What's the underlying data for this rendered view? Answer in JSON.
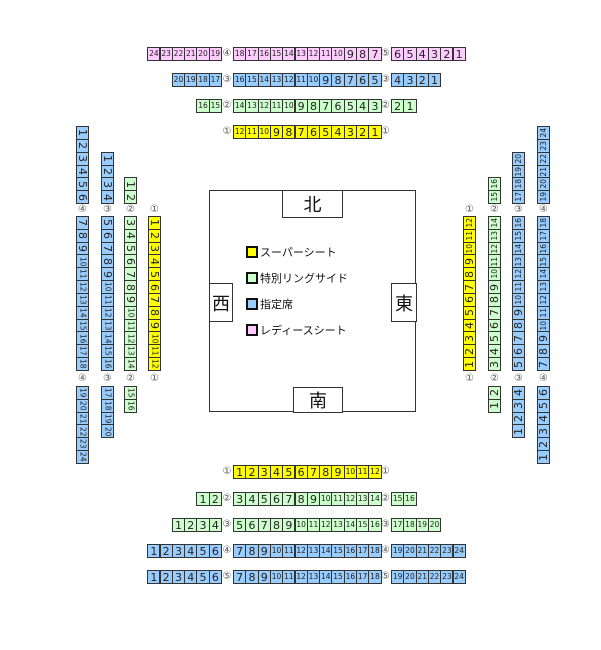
{
  "colors": {
    "super": "#ffff00",
    "ringside": "#ccffcc",
    "reserved": "#99ccff",
    "ladies": "#ffccff"
  },
  "legend": [
    {
      "label": "スーパーシート",
      "category": "super"
    },
    {
      "label": "特別リングサイド",
      "category": "ringside"
    },
    {
      "label": "指定席",
      "category": "reserved"
    },
    {
      "label": "レディースシート",
      "category": "ladies"
    }
  ],
  "ring": {
    "north": "北",
    "south": "南",
    "west": "西",
    "east": "東"
  },
  "north_rows": [
    {
      "label_left": "④",
      "label_right": "⑤",
      "category": "ladies",
      "blocks": [
        [
          24,
          23,
          22,
          21,
          20,
          19
        ],
        [
          18,
          17,
          16,
          15,
          14,
          13,
          12,
          11,
          10,
          9,
          8,
          7
        ],
        [
          6,
          5,
          4,
          3,
          2,
          1
        ]
      ]
    },
    {
      "label_left": "③",
      "label_right": "③",
      "category": "reserved",
      "blocks": [
        [
          20,
          19,
          18,
          17
        ],
        [
          16,
          15,
          14,
          13,
          12,
          11,
          10,
          9,
          8,
          7,
          6,
          5
        ],
        [
          4,
          3,
          2,
          1
        ]
      ]
    },
    {
      "label_left": "②",
      "label_right": "②",
      "category": "ringside",
      "blocks": [
        [
          16,
          15
        ],
        [
          14,
          13,
          12,
          11,
          10,
          9,
          8,
          7,
          6,
          5,
          4,
          3
        ],
        [
          2,
          1
        ]
      ]
    },
    {
      "label_left": "①",
      "label_right": "①",
      "category": "super",
      "blocks": [
        [
          12,
          11,
          10,
          9,
          8,
          7,
          6,
          5,
          4,
          3,
          2,
          1
        ]
      ]
    }
  ],
  "south_rows": [
    {
      "label_left": "①",
      "label_right": "①",
      "category": "super",
      "blocks": [
        [
          1,
          2,
          3,
          4,
          5,
          6,
          7,
          8,
          9,
          10,
          11,
          12
        ]
      ]
    },
    {
      "label_left": "②",
      "label_right": "②",
      "category": "ringside",
      "blocks": [
        [
          1,
          2
        ],
        [
          3,
          4,
          5,
          6,
          7,
          8,
          9,
          10,
          11,
          12,
          13,
          14
        ],
        [
          15,
          16
        ]
      ]
    },
    {
      "label_left": "③",
      "label_right": "③",
      "category": "ringside",
      "blocks": [
        [
          1,
          2,
          3,
          4
        ],
        [
          5,
          6,
          7,
          8,
          9,
          10,
          11,
          12,
          13,
          14,
          15,
          16
        ],
        [
          17,
          18,
          19,
          20
        ]
      ]
    },
    {
      "label_left": "④",
      "label_right": "④",
      "category": "reserved",
      "blocks": [
        [
          1,
          2,
          3,
          4,
          5,
          6
        ],
        [
          7,
          8,
          9,
          10,
          11,
          12,
          13,
          14,
          15,
          16,
          17,
          18
        ],
        [
          19,
          20,
          21,
          22,
          23,
          24
        ]
      ]
    },
    {
      "label_left": "⑤",
      "label_right": "⑤",
      "category": "reserved",
      "blocks": [
        [
          1,
          2,
          3,
          4,
          5,
          6
        ],
        [
          7,
          8,
          9,
          10,
          11,
          12,
          13,
          14,
          15,
          16,
          17,
          18
        ],
        [
          19,
          20,
          21,
          22,
          23,
          24
        ]
      ]
    }
  ],
  "west_cols": [
    {
      "label_top": "④",
      "label_bottom": "④",
      "category": "reserved",
      "blocks": [
        [
          1,
          2,
          3,
          4,
          5,
          6
        ],
        [
          7,
          8,
          9,
          10,
          11,
          12,
          13,
          14,
          15,
          16,
          17,
          18
        ],
        [
          19,
          20,
          21,
          22,
          23,
          24
        ]
      ]
    },
    {
      "label_top": "③",
      "label_bottom": "③",
      "category": "reserved",
      "blocks": [
        [
          1,
          2,
          3,
          4
        ],
        [
          5,
          6,
          7,
          8,
          9,
          10,
          11,
          12,
          13,
          14,
          15,
          16
        ],
        [
          17,
          18,
          19,
          20
        ]
      ]
    },
    {
      "label_top": "②",
      "label_bottom": "②",
      "category": "ringside",
      "blocks": [
        [
          1,
          2
        ],
        [
          3,
          4,
          5,
          6,
          7,
          8,
          9,
          10,
          11,
          12,
          13,
          14
        ],
        [
          15,
          16
        ]
      ]
    },
    {
      "label_top": "①",
      "label_bottom": "①",
      "category": "super",
      "blocks": [
        [
          1,
          2,
          3,
          4,
          5,
          6,
          7,
          8,
          9,
          10,
          11,
          12
        ]
      ]
    }
  ],
  "east_cols": [
    {
      "label_top": "①",
      "label_bottom": "①",
      "category": "super",
      "blocks": [
        [
          12,
          11,
          10,
          9,
          8,
          7,
          6,
          5,
          4,
          3,
          2,
          1
        ]
      ]
    },
    {
      "label_top": "②",
      "label_bottom": "②",
      "category": "ringside",
      "blocks": [
        [
          16,
          15
        ],
        [
          14,
          13,
          12,
          11,
          10,
          9,
          8,
          7,
          6,
          5,
          4,
          3
        ],
        [
          2,
          1
        ]
      ]
    },
    {
      "label_top": "③",
      "label_bottom": "③",
      "category": "reserved",
      "blocks": [
        [
          20,
          19,
          18,
          17
        ],
        [
          16,
          15,
          14,
          13,
          12,
          11,
          10,
          9,
          8,
          7,
          6,
          5
        ],
        [
          4,
          3,
          2,
          1
        ]
      ]
    },
    {
      "label_top": "④",
      "label_bottom": "④",
      "category": "reserved",
      "blocks": [
        [
          24,
          23,
          22,
          21,
          20,
          19
        ],
        [
          18,
          17,
          16,
          15,
          14,
          13,
          12,
          11,
          10,
          9,
          8,
          7
        ],
        [
          6,
          5,
          4,
          3,
          2,
          1
        ]
      ]
    }
  ]
}
